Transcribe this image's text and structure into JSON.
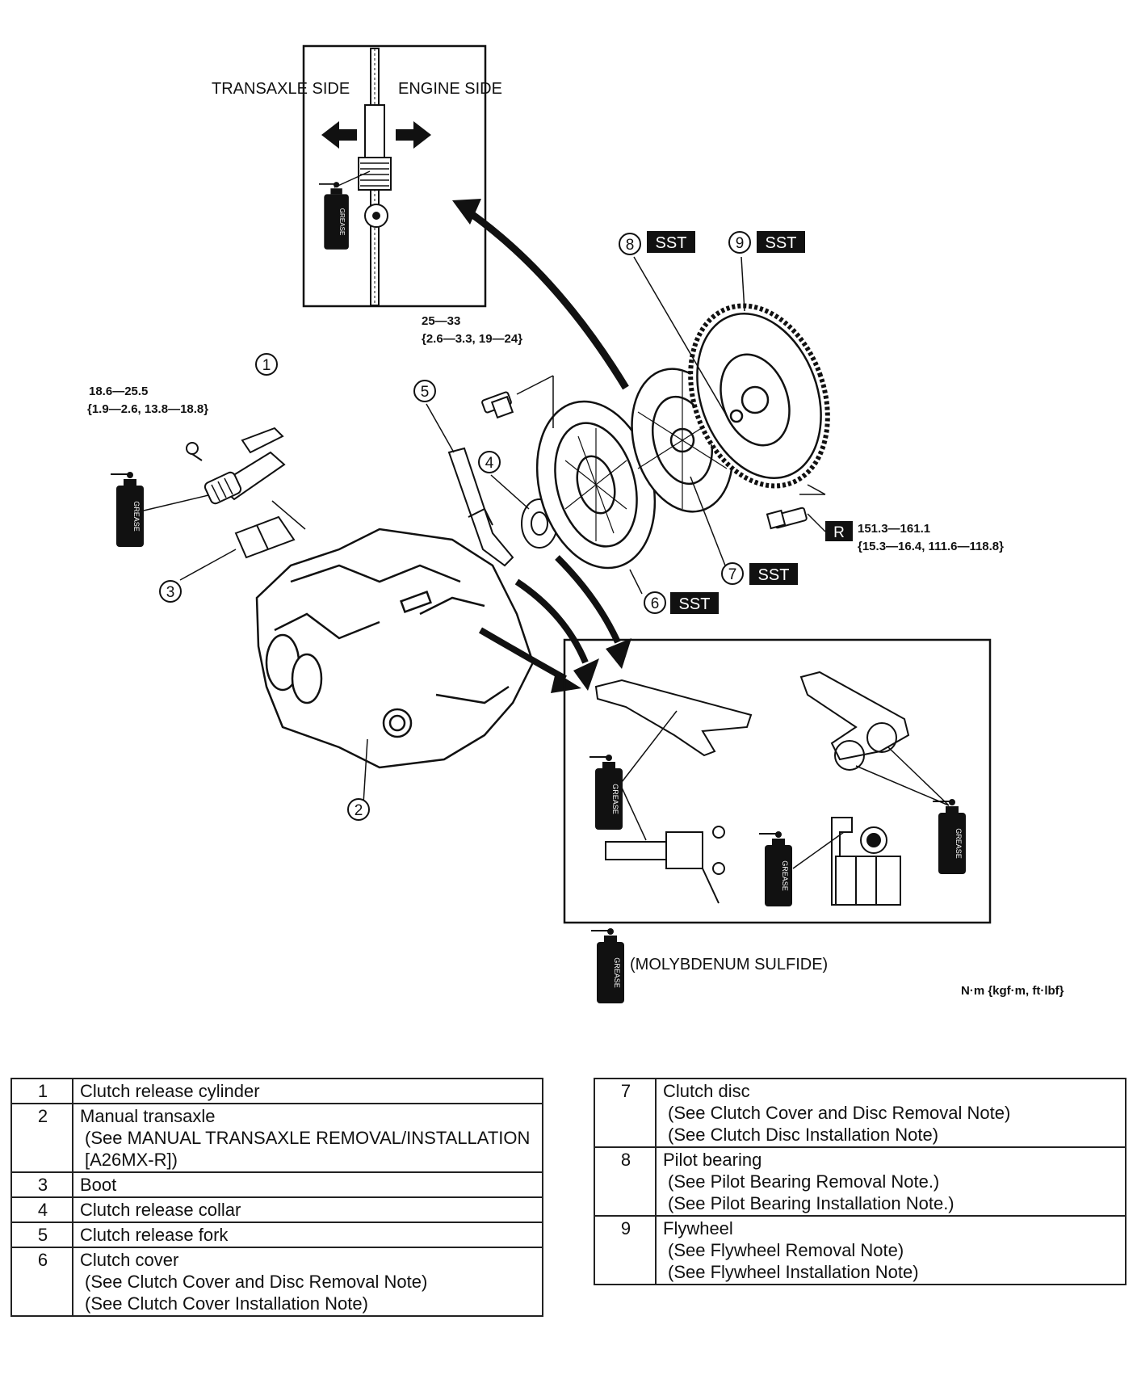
{
  "inset_top": {
    "left_label": "TRANSAXLE SIDE",
    "right_label": "ENGINE SIDE",
    "grease_label": "GREASE"
  },
  "callouts": [
    {
      "n": "1"
    },
    {
      "n": "2"
    },
    {
      "n": "3"
    },
    {
      "n": "4"
    },
    {
      "n": "5"
    },
    {
      "n": "6"
    },
    {
      "n": "7"
    },
    {
      "n": "8"
    },
    {
      "n": "9"
    }
  ],
  "sst_label": "SST",
  "r_label": "R",
  "torques": {
    "cylinder_line1": "18.6—25.5",
    "cylinder_line2": "{1.9—2.6, 13.8—18.8}",
    "cover_line1": "25—33",
    "cover_line2": "{2.6—3.3, 19—24}",
    "flywheel_line1": "151.3—161.1",
    "flywheel_line2": "{15.3—16.4, 111.6—118.8}"
  },
  "grease_label": "GREASE",
  "legend_grease": "(MOLYBDENUM SULFIDE)",
  "units": "N·m {kgf·m,  ft·lbf}",
  "table_left": [
    {
      "num": "1",
      "name": "Clutch release cylinder",
      "notes": []
    },
    {
      "num": "2",
      "name": "Manual transaxle",
      "notes": [
        "(See MANUAL TRANSAXLE REMOVAL/INSTALLATION [A26MX-R])"
      ]
    },
    {
      "num": "3",
      "name": "Boot",
      "notes": []
    },
    {
      "num": "4",
      "name": "Clutch release collar",
      "notes": []
    },
    {
      "num": "5",
      "name": "Clutch release fork",
      "notes": []
    },
    {
      "num": "6",
      "name": "Clutch cover",
      "notes": [
        "(See Clutch Cover and Disc Removal Note)",
        "(See Clutch Cover Installation Note)"
      ]
    }
  ],
  "table_right": [
    {
      "num": "7",
      "name": "Clutch disc",
      "notes": [
        "(See Clutch Cover and Disc Removal Note)",
        "(See Clutch Disc Installation Note)"
      ]
    },
    {
      "num": "8",
      "name": "Pilot bearing",
      "notes": [
        "(See Pilot Bearing Removal Note.)",
        "(See Pilot Bearing Installation Note.)"
      ]
    },
    {
      "num": "9",
      "name": "Flywheel",
      "notes": [
        "(See Flywheel Removal Note)",
        "(See Flywheel Installation Note)"
      ]
    }
  ]
}
